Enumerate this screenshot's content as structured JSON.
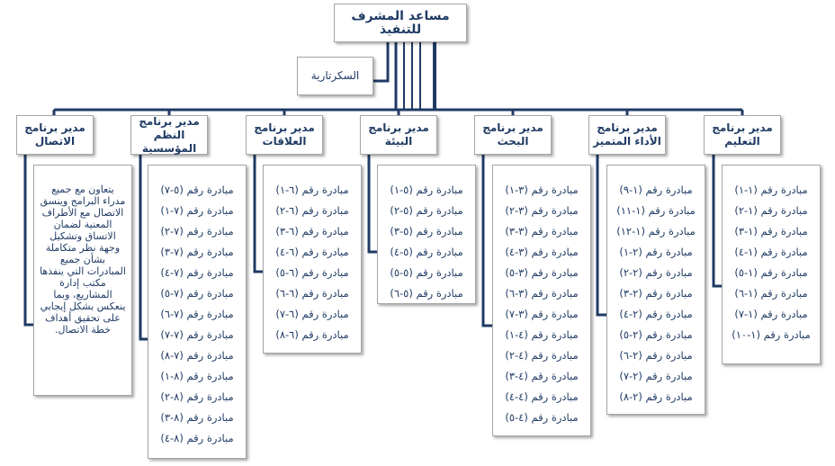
{
  "title": "مساعد المشرف للتنفيذ",
  "secretary": "السكرتارية",
  "colors": {
    "line": "#1f3b64",
    "text": "#1f3b64",
    "border": "#a6a6a6"
  },
  "managers": [
    {
      "title": "مدير برنامج",
      "name": "الاتصال",
      "description": "يتعاون مع جميع مدراء البرامج وينسق الاتصال مع الأطراف المعنية لضمان الاتساق وتشكيل وجهة نظر متكاملة بشأن جميع المبادرات التي ينفذها مكتب إدارة المشاريع، وبما ينعكس بشكل إيجابي على تحقيق أهداف خطة الاتصال."
    },
    {
      "title": "مدير برنامج",
      "name": "النظم المؤسسية",
      "items": [
        "مبادرة رقم (٥-٧)",
        "مبادرة رقم (٧-١)",
        "مبادرة رقم (٧-٢)",
        "مبادرة رقم (٧-٣)",
        "مبادرة رقم (٧-٤)",
        "مبادرة رقم (٧-٥)",
        "مبادرة رقم (٧-٦)",
        "مبادرة رقم (٧-٧)",
        "مبادرة رقم (٧-٨)",
        "مبادرة رقم (٨-١)",
        "مبادرة رقم (٨-٢)",
        "مبادرة رقم (٨-٣)",
        "مبادرة رقم (٨-٤)"
      ]
    },
    {
      "title": "مدير برنامج",
      "name": "العلاقات",
      "items": [
        "مبادرة رقم (٦-١)",
        "مبادرة رقم (٦-٢)",
        "مبادرة رقم (٦-٣)",
        "مبادرة رقم (٦-٤)",
        "مبادرة رقم (٦-٥)",
        "مبادرة رقم (٦-٦)",
        "مبادرة رقم (٦-٧)",
        "مبادرة رقم (٦-٨)"
      ]
    },
    {
      "title": "مدير برنامج",
      "name": "البيئة",
      "items": [
        "مبادرة رقم (٥-١)",
        "مبادرة رقم (٥-٢)",
        "مبادرة رقم (٥-٣)",
        "مبادرة رقم (٥-٤)",
        "مبادرة رقم (٥-٥)",
        "مبادرة رقم (٥-٦)"
      ]
    },
    {
      "title": "مدير برنامج",
      "name": "البحث",
      "items": [
        "مبادرة رقم (٣-١)",
        "مبادرة رقم (٣-٢)",
        "مبادرة رقم (٣-٣)",
        "مبادرة رقم (٣-٤)",
        "مبادرة رقم (٣-٥)",
        "مبادرة رقم (٣-٦)",
        "مبادرة رقم (٣-٧)",
        "مبادرة رقم (٤-١)",
        "مبادرة رقم (٤-٢)",
        "مبادرة رقم (٤-٣)",
        "مبادرة رقم (٤-٤)",
        "مبادرة رقم (٤-٥)"
      ]
    },
    {
      "title": "مدير برنامج",
      "name": "الأداء المتميز",
      "items": [
        "مبادرة رقم (١-٩)",
        "مبادرة رقم (١-١١)",
        "مبادرة رقم (١-١٢)",
        "مبادرة رقم (٢-١)",
        "مبادرة رقم (٢-٢)",
        "مبادرة رقم (٢-٣)",
        "مبادرة رقم (٢-٤)",
        "مبادرة رقم (٢-٥)",
        "مبادرة رقم (٢-٦)",
        "مبادرة رقم (٢-٧)",
        "مبادرة رقم (٢-٨)"
      ]
    },
    {
      "title": "مدير برنامج",
      "name": "التعليم",
      "items": [
        "مبادرة رقم (١-١)",
        "مبادرة رقم (١-٢)",
        "مبادرة رقم (١-٣)",
        "مبادرة رقم (١-٤)",
        "مبادرة رقم (١-٥)",
        "مبادرة رقم (١-٦)",
        "مبادرة رقم (١-٧)",
        "مبادرة رقم (١-١٠)"
      ]
    }
  ]
}
